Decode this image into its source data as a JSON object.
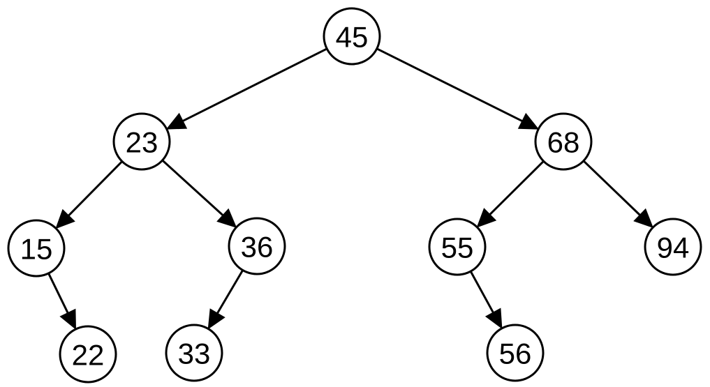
{
  "diagram": {
    "type": "binary-tree",
    "colors": {
      "node_fill": "#ffffff",
      "stroke": "#000000",
      "text": "#000000"
    },
    "nodes": [
      {
        "id": "n45",
        "label": "45"
      },
      {
        "id": "n23",
        "label": "23"
      },
      {
        "id": "n68",
        "label": "68"
      },
      {
        "id": "n15",
        "label": "15"
      },
      {
        "id": "n36",
        "label": "36"
      },
      {
        "id": "n55",
        "label": "55"
      },
      {
        "id": "n94",
        "label": "94"
      },
      {
        "id": "n22",
        "label": "22"
      },
      {
        "id": "n33",
        "label": "33"
      },
      {
        "id": "n56",
        "label": "56"
      }
    ],
    "edges": [
      {
        "from": "n45",
        "to": "n23"
      },
      {
        "from": "n45",
        "to": "n68"
      },
      {
        "from": "n23",
        "to": "n15"
      },
      {
        "from": "n23",
        "to": "n36"
      },
      {
        "from": "n68",
        "to": "n55"
      },
      {
        "from": "n68",
        "to": "n94"
      },
      {
        "from": "n15",
        "to": "n22"
      },
      {
        "from": "n36",
        "to": "n33"
      },
      {
        "from": "n55",
        "to": "n56"
      }
    ]
  }
}
